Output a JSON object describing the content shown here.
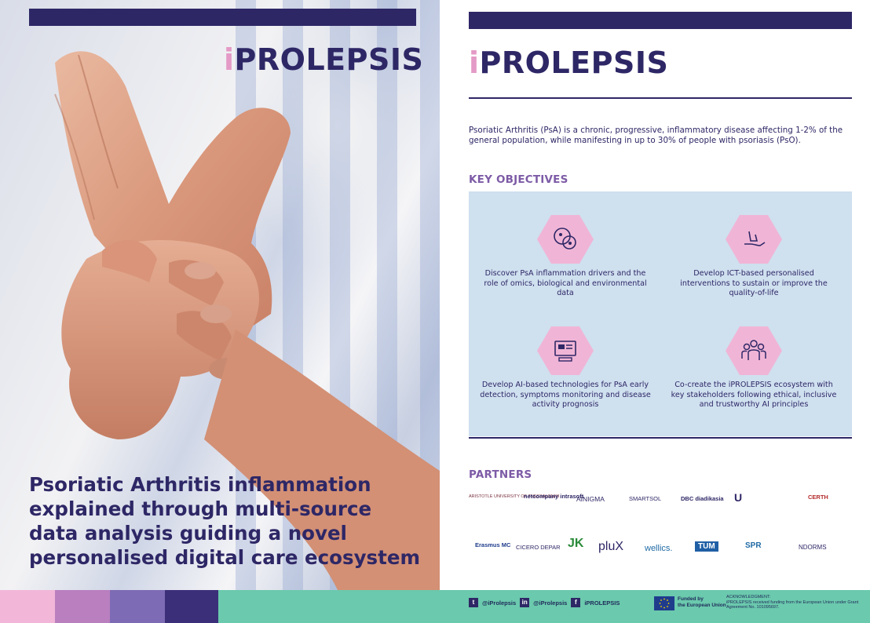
{
  "brand": {
    "logo_i": "i",
    "logo_text": "PROLEPSIS"
  },
  "left_page": {
    "title": "Psoriatic Arthritis inflammation explained through multi-source data analysis guiding a novel personalised digital care ecosystem"
  },
  "right_page": {
    "intro": "Psoriatic Arthritis (PsA) is a chronic, progressive, inflammatory disease affecting 1-2% of the general population, while manifesting in up to 30% of people with psoriasis (PsO).",
    "objectives_heading": "KEY OBJECTIVES",
    "objectives": [
      {
        "icon": "cells-icon",
        "text": "Discover PsA inflammation drivers and the role of omics, biological and environmental data"
      },
      {
        "icon": "hand-support-icon",
        "text": "Develop ICT-based personalised interventions to sustain or improve the quality-of-life"
      },
      {
        "icon": "computer-icon",
        "text": "Develop AI-based technologies for PsA early detection, symptoms monitoring and disease activity prognosis"
      },
      {
        "icon": "people-group-icon",
        "text": "Co-create the iPROLEPSIS ecosystem with key stakeholders following ethical, inclusive and trustworthy AI principles"
      }
    ],
    "partners_heading": "PARTNERS",
    "partners_row1": [
      "ARISTOTLE UNIVERSITY OF THESSALONIKI",
      "netcompany intrasoft",
      "AINIGMA",
      "SMARTSOL",
      "DBC diadikasia",
      "U",
      "CERTH"
    ],
    "partners_row2": [
      "Erasmus MC",
      "CICERO DEPAR",
      "JK",
      "pluX",
      "wellics.",
      "TUM",
      "SPR",
      "NDORMS"
    ]
  },
  "footer": {
    "social": [
      "@iProlepsis",
      "@iProlepsis",
      "iPROLEPSIS"
    ],
    "funded_line1": "Funded by",
    "funded_line2": "the European Union",
    "ack_title": "ACKNOWLEDGMENT:",
    "ack_text": "iPROLEPSIS received funding from the European Union under Grant Agreement No. 101095697."
  },
  "colors": {
    "navy": "#2e2766",
    "pink": "#f0b5d6",
    "purple_heading": "#7d5ba6",
    "panel_blue": "#cfe0ef",
    "teal": "#6bc9ad",
    "swatches": [
      "#f2b6d8",
      "#b97fbf",
      "#7e6bb5",
      "#3b2f7a"
    ]
  }
}
